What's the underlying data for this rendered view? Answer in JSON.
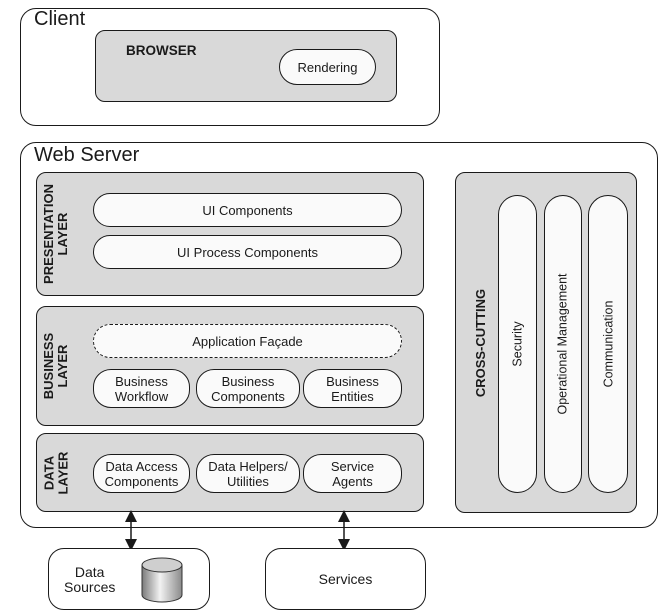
{
  "client": {
    "title": "Client",
    "browser_label": "BROWSER",
    "rendering_label": "Rendering"
  },
  "web_server": {
    "title": "Web Server",
    "presentation": {
      "label_line1": "PRESENTATION",
      "label_line2": "LAYER",
      "items": [
        "UI Components",
        "UI Process Components"
      ]
    },
    "business": {
      "label_line1": "BUSINESS",
      "label_line2": "LAYER",
      "facade": "Application Façade",
      "items": [
        {
          "line1": "Business",
          "line2": "Workflow"
        },
        {
          "line1": "Business",
          "line2": "Components"
        },
        {
          "line1": "Business",
          "line2": "Entities"
        }
      ]
    },
    "data_layer": {
      "label_line1": "DATA",
      "label_line2": "LAYER",
      "items": [
        {
          "line1": "Data Access",
          "line2": "Components"
        },
        {
          "line1": "Data Helpers/",
          "line2": "Utilities"
        },
        {
          "line1": "Service",
          "line2": "Agents"
        }
      ]
    },
    "cross_cutting": {
      "label": "CROSS-CUTTING",
      "items": [
        "Security",
        "Operational Management",
        "Communication"
      ]
    }
  },
  "external": {
    "data_sources": {
      "line1": "Data",
      "line2": "Sources"
    },
    "services": "Services"
  },
  "colors": {
    "panel_fill": "#d9d9d9",
    "pill_fill": "#fafafa",
    "stroke": "#1a1a1a"
  }
}
